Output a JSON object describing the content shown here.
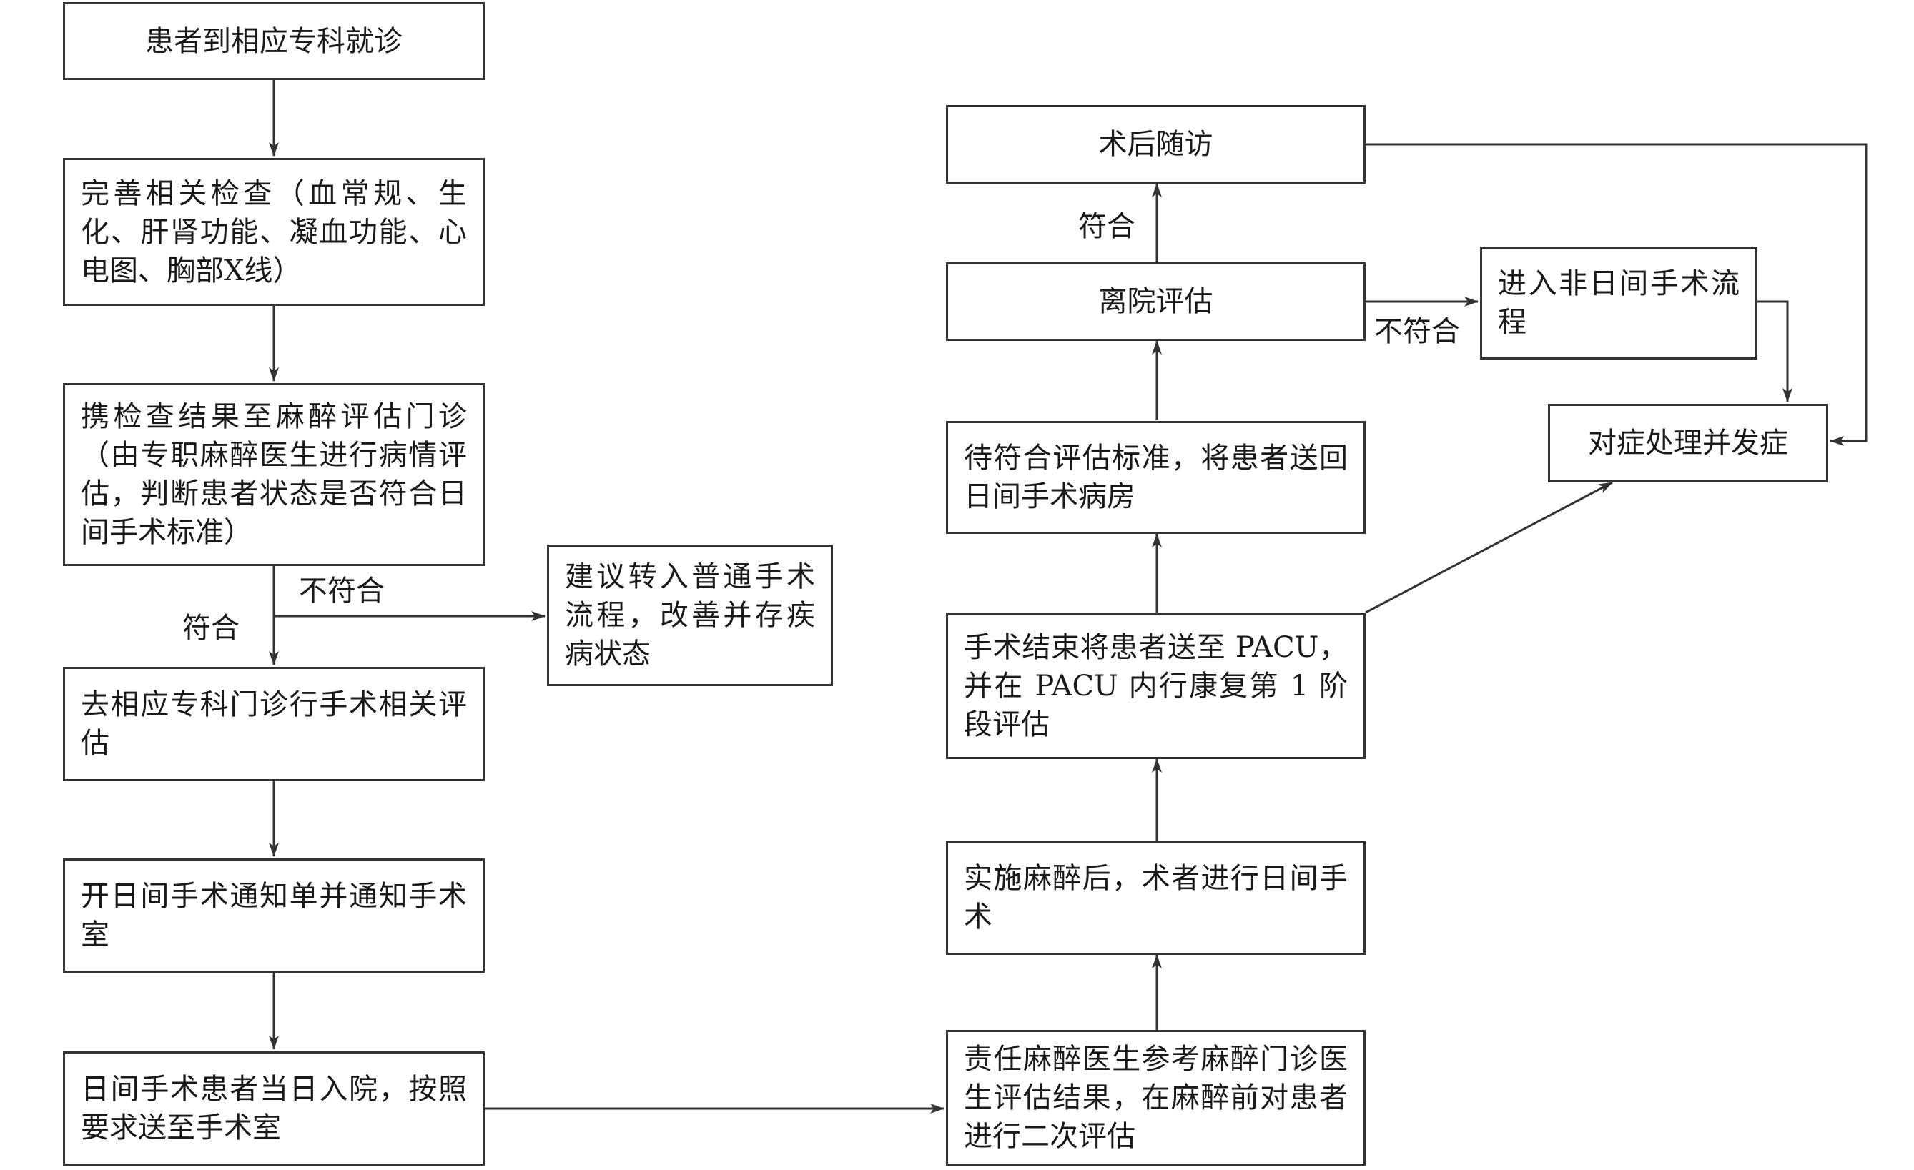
{
  "nodes": {
    "visit": "患者到相应专科就诊",
    "exams": "完善相关检查（血常规、生化、肝肾功能、凝血功能、心电图、胸部X线）",
    "anesthesia_clinic": "携检查结果至麻醉评估门诊（由专职麻醉医生进行病情评估，判断患者状态是否符合日间手术标准）",
    "suggest_regular": "建议转入普通手术流程，改善并存疾病状态",
    "specialty_eval": "去相应专科门诊行手术相关评估",
    "notice": "开日间手术通知单并通知手术室",
    "admission": "日间手术患者当日入院，按照要求送至手术室",
    "second_eval": "责任麻醉医生参考麻醉门诊医生评估结果，在麻醉前对患者进行二次评估",
    "surgery": "实施麻醉后，术者进行日间手术",
    "pacu": "手术结束将患者送至 PACU，并在 PACU 内行康复第 1 阶段评估",
    "return_ward": "待符合评估标准，将患者送回日间手术病房",
    "discharge_eval": "离院评估",
    "followup": "术后随访",
    "non_day": "进入非日间手术流程",
    "complications": "对症处理并发症"
  },
  "edge_labels": {
    "meets_left": "符合",
    "not_meets_left": "不符合",
    "meets_right": "符合",
    "not_meets_right": "不符合"
  }
}
